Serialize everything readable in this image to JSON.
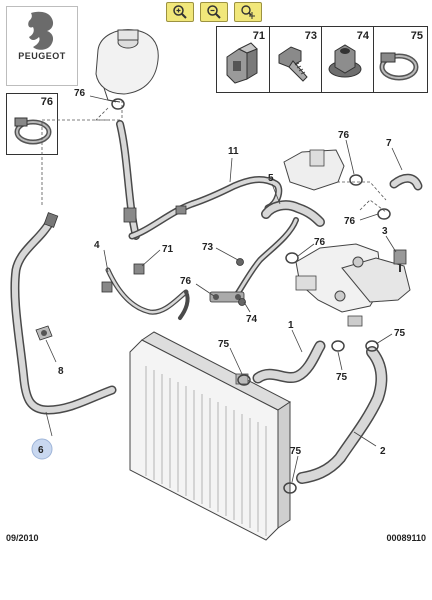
{
  "brand": {
    "name": "PEUGEOT"
  },
  "toolbar": {
    "buttons": [
      "zoom-in-icon",
      "zoom-out-icon",
      "pan-icon"
    ]
  },
  "thumbnails": [
    {
      "number": "71",
      "part": "clip-icon"
    },
    {
      "number": "73",
      "part": "bolt-icon"
    },
    {
      "number": "74",
      "part": "nut-icon"
    },
    {
      "number": "75",
      "part": "hose-clamp-icon"
    }
  ],
  "left_thumbnail": {
    "number": "76",
    "part": "hose-clamp-icon"
  },
  "callouts": {
    "c1": "1",
    "c2": "2",
    "c3": "3",
    "c4": "4",
    "c5": "5",
    "c6": "6",
    "c7": "7",
    "c8": "8",
    "c11": "11",
    "c71": "71",
    "c73": "73",
    "c74": "74",
    "c75a": "75",
    "c75b": "75",
    "c75c": "75",
    "c75d": "75",
    "c76a": "76",
    "c76b": "76",
    "c76c": "76",
    "c76d": "76",
    "c76e": "76"
  },
  "footer": {
    "date": "09/2010",
    "ref": "00089110"
  },
  "colors": {
    "callout_highlight": "#c9d8f0",
    "toolbar": "#f1e77a"
  }
}
